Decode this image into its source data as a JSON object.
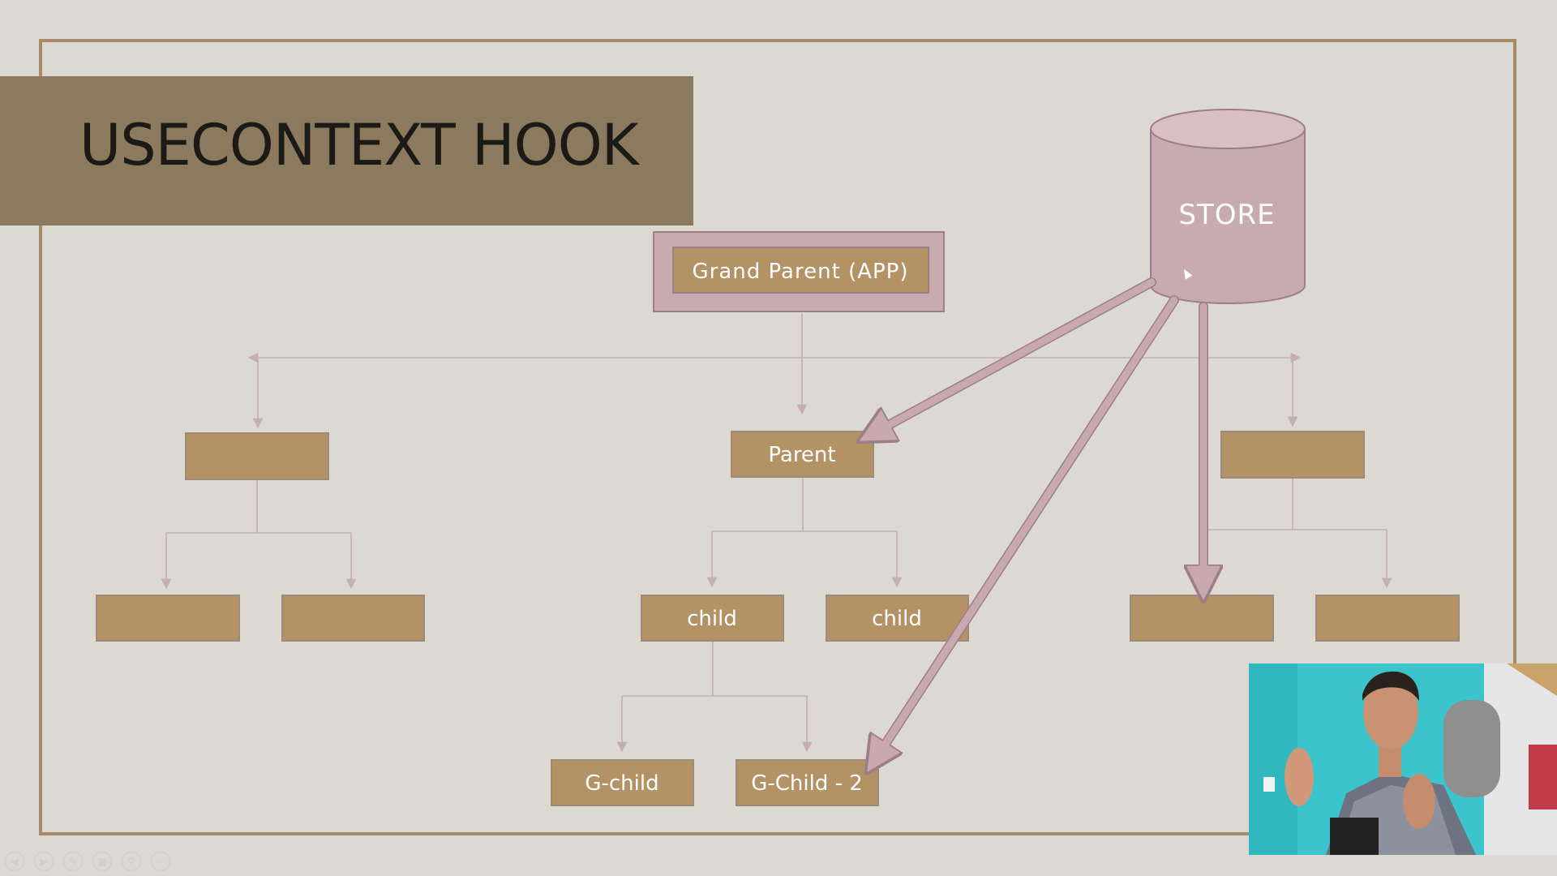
{
  "slide": {
    "title": "USECONTEXT HOOK"
  },
  "diagram": {
    "store_label": "STORE",
    "root_label": "Grand Parent (APP)",
    "parent_label": "Parent",
    "child_1_label": "child",
    "child_2_label": "child",
    "gchild_1_label": "G-child",
    "gchild_2_label": "G-Child - 2",
    "left_branch_label": "",
    "left_leaf_1_label": "",
    "left_leaf_2_label": "",
    "right_branch_label": "",
    "right_leaf_1_label": "",
    "right_leaf_2_label": ""
  },
  "colors": {
    "background": "#dcd9d3",
    "frame": "#a78a68",
    "title_band": "#8b7a5e",
    "node_fill": "#b39266",
    "store_fill": "#c8aab1",
    "store_edge": "#9c7e86",
    "store_arrow": "#c9a9b0",
    "connector": "#c4b0b4"
  },
  "webcam": {
    "description_icon": "presenter-video-icon"
  },
  "player_controls": [
    "previous-icon",
    "next-icon",
    "pen-icon",
    "grid-icon",
    "zoom-icon",
    "more-icon"
  ]
}
